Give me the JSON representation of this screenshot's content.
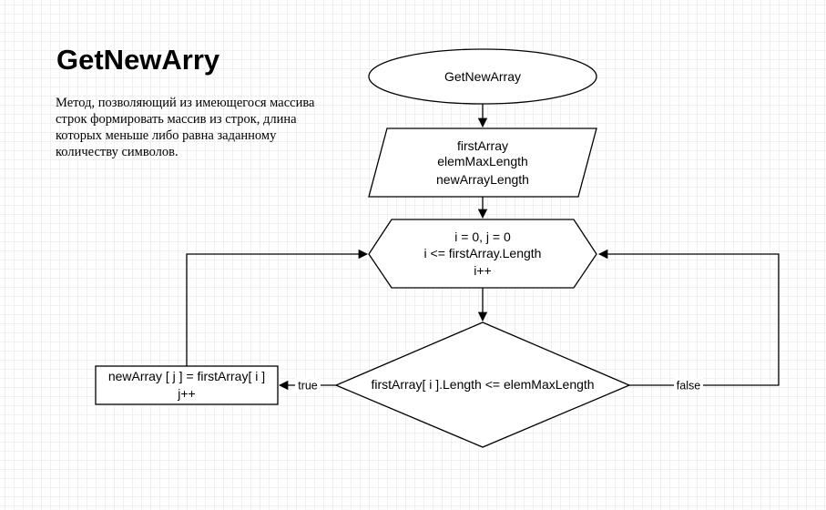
{
  "page": {
    "title": "GetNewArry",
    "description": "Метод, позволяющий из имеющегося массива строк формировать массив из строк, длина которых меньше либо равна заданному количеству символов."
  },
  "flowchart": {
    "start": {
      "label": "GetNewArray"
    },
    "input": {
      "lines": [
        "firstArray",
        "elemMaxLength",
        "newArrayLength"
      ]
    },
    "loop": {
      "lines": [
        "i = 0, j = 0",
        "i <= firstArray.Length",
        "i++"
      ]
    },
    "decision": {
      "label": "firstArray[ i ].Length <= elemMaxLength"
    },
    "process": {
      "lines": [
        "newArray [ j ] = firstArray[ i ]",
        "j++"
      ]
    },
    "edges": {
      "true_label": "true",
      "false_label": "false"
    }
  },
  "colors": {
    "stroke": "#000000",
    "fill": "#ffffff"
  }
}
